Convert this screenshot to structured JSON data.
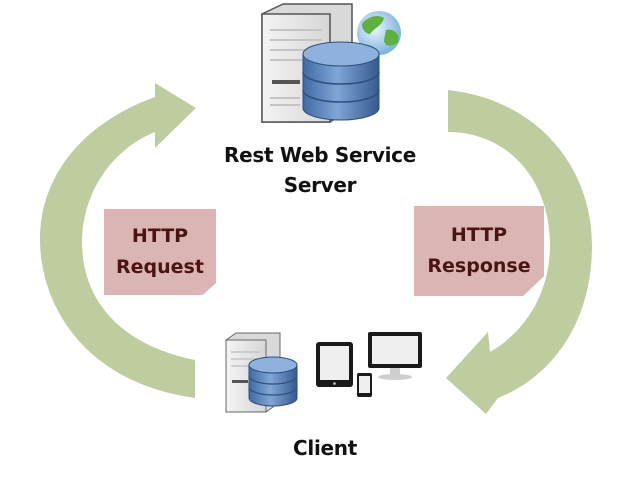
{
  "server": {
    "title_line1": "Rest Web Service",
    "title_line2": "Server",
    "icons": [
      "server-tower-icon",
      "database-icon",
      "globe-icon"
    ]
  },
  "client": {
    "title": "Client",
    "icons": [
      "server-tower-icon",
      "database-icon",
      "tablet-icon",
      "smartphone-icon",
      "monitor-icon"
    ]
  },
  "request": {
    "line1": "HTTP",
    "line2": "Request"
  },
  "response": {
    "line1": "HTTP",
    "line2": "Response"
  },
  "colors": {
    "arrow": "#bfcc9f",
    "http_box": "#dbb4b4",
    "http_text": "#4a1414",
    "database": "#5b86bd",
    "title_text": "#111111"
  }
}
